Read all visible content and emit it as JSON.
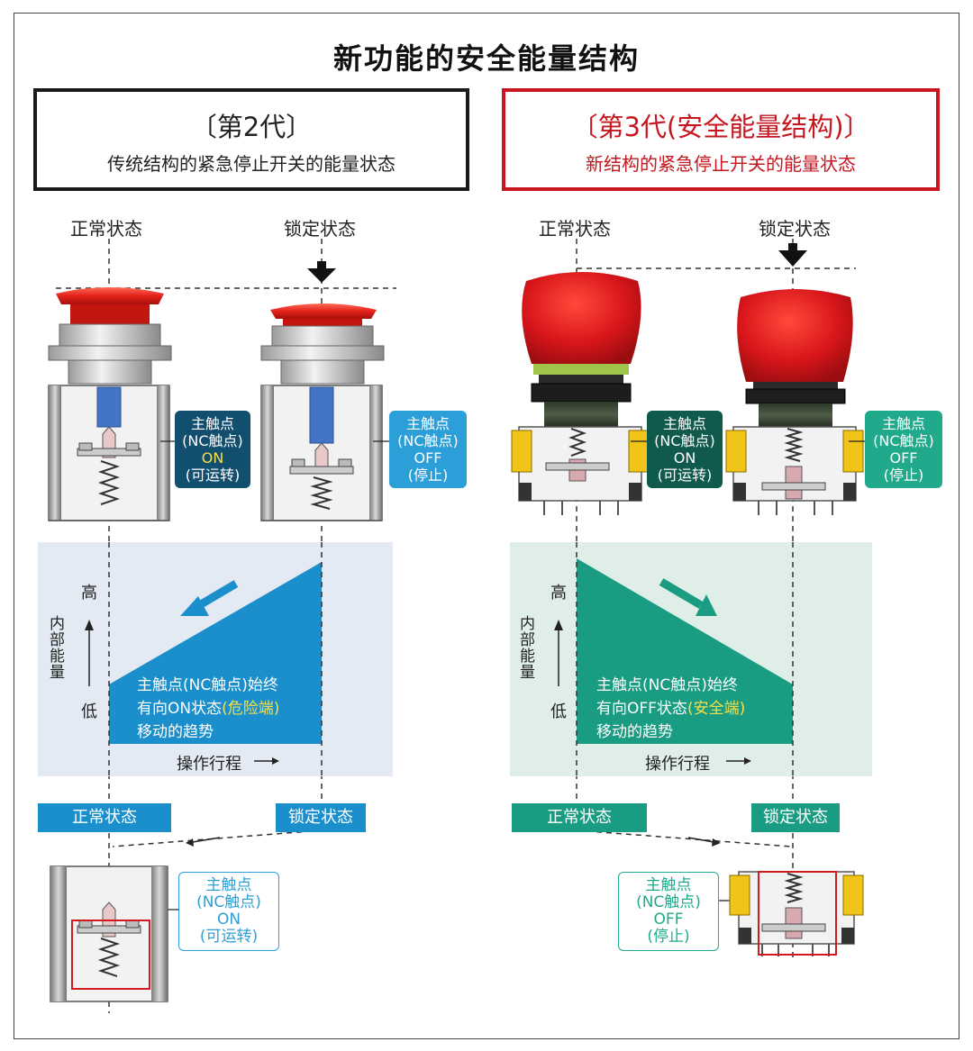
{
  "title": "新功能的安全能量结构",
  "gen2": {
    "heading": "〔第2代〕",
    "subtitle": "传统结构的紧急停止开关的能量状态",
    "normal_label": "正常状态",
    "locked_label": "锁定状态",
    "callout_normal": {
      "l1": "主触点",
      "l2": "(NC触点)",
      "l3": "ON",
      "l4": "(可运转)"
    },
    "callout_locked": {
      "l1": "主触点",
      "l2": "(NC触点)",
      "l3": "OFF",
      "l4": "(停止)"
    },
    "axis_high": "高",
    "axis_low": "低",
    "axis_name": "内部能量",
    "stroke_label": "操作行程",
    "area_text": {
      "l1": "主触点(NC触点)始终",
      "l2a": "有向ON状态",
      "l2b": "(危险端)",
      "l3": "移动的趋势"
    },
    "bar_normal": "正常状态",
    "bar_locked": "锁定状态",
    "bottom_callout": {
      "l1": "主触点",
      "l2": "(NC触点)",
      "l3": "ON",
      "l4": "(可运转)"
    }
  },
  "gen3": {
    "heading": "〔第3代(安全能量结构)〕",
    "subtitle": "新结构的紧急停止开关的能量状态",
    "normal_label": "正常状态",
    "locked_label": "锁定状态",
    "callout_normal": {
      "l1": "主触点",
      "l2": "(NC触点)",
      "l3": "ON",
      "l4": "(可运转)"
    },
    "callout_locked": {
      "l1": "主触点",
      "l2": "(NC触点)",
      "l3": "OFF",
      "l4": "(停止)"
    },
    "axis_high": "高",
    "axis_low": "低",
    "axis_name": "内部能量",
    "stroke_label": "操作行程",
    "area_text": {
      "l1": "主触点(NC触点)始终",
      "l2a": "有向OFF状态",
      "l2b": "(安全端)",
      "l3": "移动的趋势"
    },
    "bar_normal": "正常状态",
    "bar_locked": "锁定状态",
    "bottom_callout": {
      "l1": "主触点",
      "l2": "(NC触点)",
      "l3": "OFF",
      "l4": "(停止)"
    }
  },
  "colors": {
    "gen2_area": "#1b8fcc",
    "gen2_panel": "#e3eaf3",
    "gen2_bar": "#1b8fcc",
    "gen3_area": "#1a9c82",
    "gen3_panel": "#e0eee8",
    "gen3_bar": "#1a9c82",
    "gen3_border": "#c7161f",
    "highlight": "#f4e04d",
    "callout_dark": "#124e6e",
    "callout_blue": "#2d9fd8",
    "callout_green_dark": "#0f5a4d",
    "callout_green": "#20a98a"
  }
}
